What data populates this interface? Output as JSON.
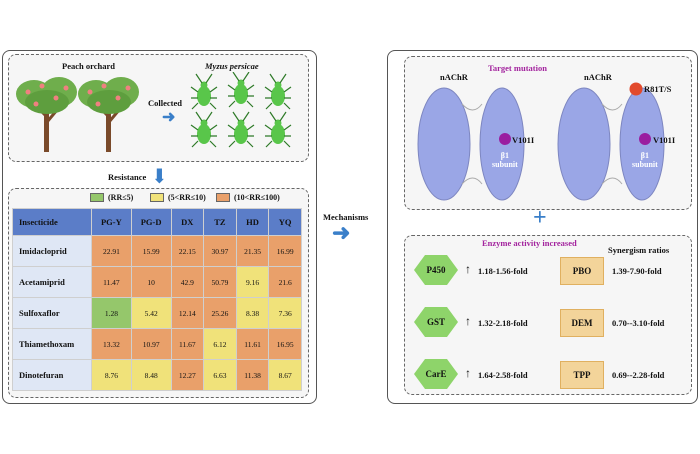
{
  "left": {
    "orchard_label": "Peach orchard",
    "aphid_label": "Myzus persicae",
    "collected_label": "Collected",
    "resistance_label": "Resistance",
    "legend": [
      {
        "label": "(RR≤5)",
        "color": "#95c76b"
      },
      {
        "label": "(5<RR≤10)",
        "color": "#f0e27a"
      },
      {
        "label": "(10<RR≤100)",
        "color": "#e9a06a"
      }
    ],
    "table": {
      "headers": [
        "Insecticide",
        "PG-Y",
        "PG-D",
        "DX",
        "TZ",
        "HD",
        "YQ"
      ],
      "rows": [
        {
          "name": "Imidacloprid",
          "values": [
            "22.91",
            "15.99",
            "22.15",
            "30.97",
            "21.35",
            "16.99"
          ],
          "classes": [
            "c3",
            "c3",
            "c3",
            "c3",
            "c3",
            "c3"
          ]
        },
        {
          "name": "Acetamiprid",
          "values": [
            "11.47",
            "10",
            "42.9",
            "50.79",
            "9.16",
            "21.6"
          ],
          "classes": [
            "c3",
            "c3",
            "c3",
            "c3",
            "c2",
            "c3"
          ]
        },
        {
          "name": "Sulfoxaflor",
          "values": [
            "1.28",
            "5.42",
            "12.14",
            "25.26",
            "8.38",
            "7.36"
          ],
          "classes": [
            "c1",
            "c2",
            "c3",
            "c3",
            "c2",
            "c2"
          ]
        },
        {
          "name": "Thiamethoxam",
          "values": [
            "13.32",
            "10.97",
            "11.67",
            "6.12",
            "11.61",
            "16.95"
          ],
          "classes": [
            "c3",
            "c3",
            "c3",
            "c2",
            "c3",
            "c3"
          ]
        },
        {
          "name": "Dinotefuran",
          "values": [
            "8.76",
            "8.48",
            "12.27",
            "6.63",
            "11.38",
            "8.67"
          ],
          "classes": [
            "c2",
            "c2",
            "c3",
            "c2",
            "c3",
            "c2"
          ]
        }
      ]
    }
  },
  "middle": {
    "mechanisms_label": "Mechanisms"
  },
  "right": {
    "target_title": "Target mutation",
    "nachr_label": "nAChR",
    "subunit_label_1": "β1",
    "subunit_label_2": "subunit",
    "v1011": "V101I",
    "r81t": "R81T/S",
    "enzyme_title": "Enzyme activity increased",
    "synergism_title": "Synergism ratios",
    "enzymes": [
      {
        "name": "P450",
        "fold": "1.18-1.56-fold",
        "synergist": "PBO",
        "ratio": "1.39-7.90-fold"
      },
      {
        "name": "GST",
        "fold": "1.32-2.18-fold",
        "synergist": "DEM",
        "ratio": "0.70--3.10-fold"
      },
      {
        "name": "CarE",
        "fold": "1.64-2.58-fold",
        "synergist": "TPP",
        "ratio": "0.69--2.28-fold"
      }
    ]
  }
}
